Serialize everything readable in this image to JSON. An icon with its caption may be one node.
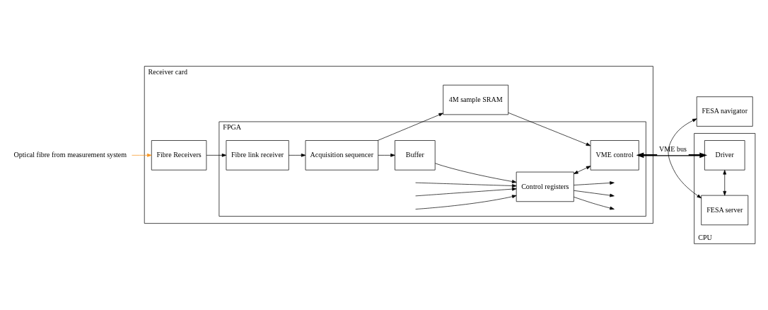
{
  "diagram": {
    "nodes": [
      {
        "text": [
          "Receiver card"
        ]
      },
      {
        "text": [
          "FPGA"
        ],
        "in": 0
      },
      {
        "text": [
          "Optical fibre from measurement system"
        ]
      },
      {
        "text": [
          "Fibre Receivers"
        ],
        "in": 0
      },
      {
        "text": [
          "4M sample SRAM"
        ],
        "in": 0
      },
      {
        "text": [
          "Fibre link receiver"
        ],
        "in": 1
      },
      {
        "text": [
          "Acquisition sequencer"
        ],
        "in": 1
      },
      {
        "text": [
          "Buffer"
        ],
        "in": 1
      },
      {
        "text": [
          "Control registers"
        ],
        "in": 1
      },
      {
        "text": [
          "VME control"
        ],
        "in": 1
      },
      {
        "text": [
          "CPU"
        ]
      },
      {
        "text": [
          "FESA navigator"
        ]
      },
      {
        "text": [
          "FESA server"
        ],
        "in": 10
      },
      {
        "text": [
          "Driver"
        ],
        "in": 10
      }
    ],
    "edges": [
      {
        "from": 2,
        "to": 3,
        "arrow": "to",
        "color": "#f7931e"
      },
      {
        "from": 3,
        "to": 5,
        "arrow": "to"
      },
      {
        "from": 5,
        "to": 6,
        "arrow": "to"
      },
      {
        "from": 6,
        "to": 4,
        "arrow": "to"
      },
      {
        "from": 4,
        "to": 9,
        "arrow": "to"
      },
      {
        "from": 6,
        "to": 7,
        "arrow": "to"
      },
      {
        "from": 7,
        "to": 8,
        "arrow": "to"
      },
      {
        "from": 8,
        "to": 9,
        "arrow": "both"
      },
      {
        "from": 9,
        "to": 13,
        "arrow": "both",
        "style": "thick",
        "label": "VME bus"
      },
      {
        "from": 11,
        "to": 12,
        "arrow": "both"
      },
      {
        "from": 12,
        "to": 13,
        "arrow": "both"
      },
      {
        "from": null,
        "to": 8,
        "arrow": "to"
      },
      {
        "from": null,
        "to": 8,
        "arrow": "to"
      },
      {
        "from": null,
        "to": 8,
        "arrow": "to"
      },
      {
        "from": 8,
        "to": null,
        "arrow": "to"
      },
      {
        "from": 8,
        "to": null,
        "arrow": "to"
      },
      {
        "from": 8,
        "to": null,
        "arrow": "to"
      }
    ]
  }
}
